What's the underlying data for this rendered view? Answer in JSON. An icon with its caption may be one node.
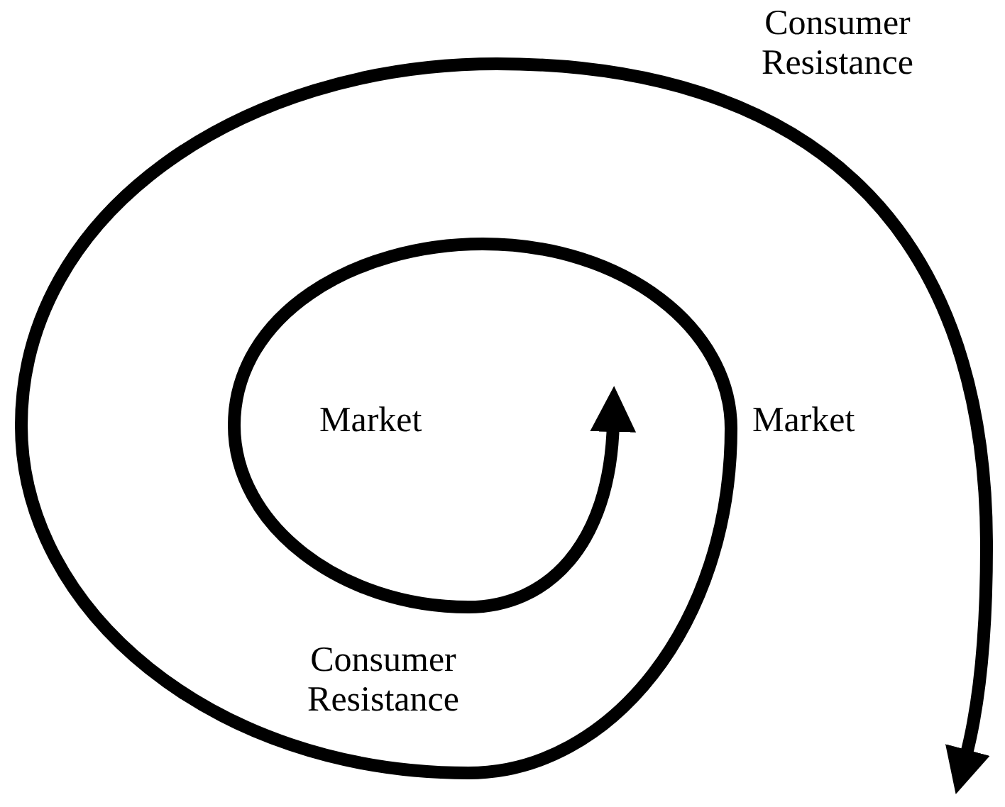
{
  "diagram": {
    "labels": [
      "Consumer Resistance",
      "Market",
      "Market",
      "Consumer Resistance"
    ]
  }
}
